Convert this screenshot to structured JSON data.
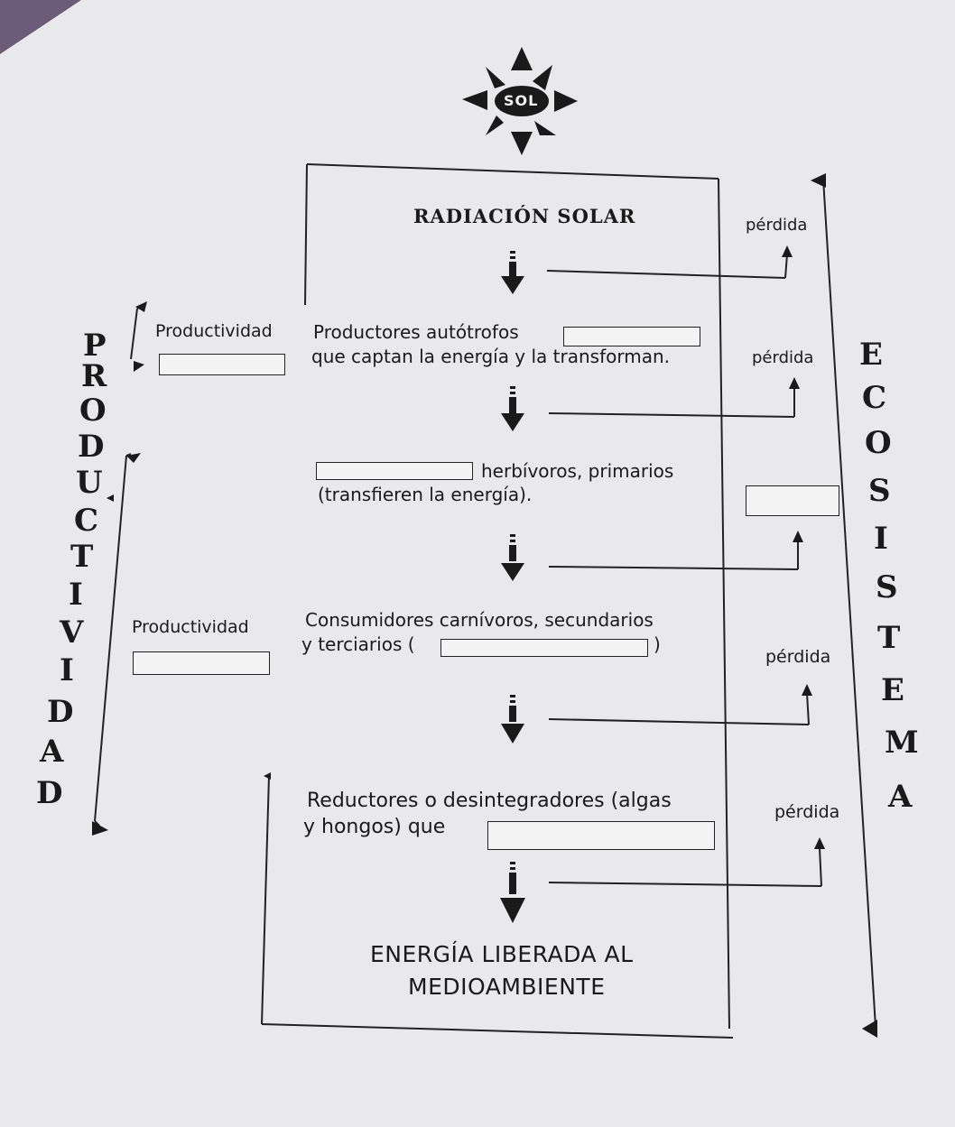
{
  "sun": {
    "label": "SOL"
  },
  "top": {
    "radiation_label": "RADIACIÓN SOLAR"
  },
  "losses": [
    "pérdida",
    "pérdida",
    "pérdida",
    "pérdida"
  ],
  "producers": {
    "line1": "Productores autótrofos",
    "line2": "que captan la energía y la transforman."
  },
  "herbivores": {
    "line1": "herbívoros, primarios",
    "line2": "(transfieren la energía)."
  },
  "carnivores": {
    "line1": "Consumidores carnívoros, secundarios",
    "line2_prefix": "y terciarios (",
    "line2_suffix": ")"
  },
  "reducers": {
    "line1": "Reductores o desintegradores (algas",
    "line2": "y hongos) que"
  },
  "bottom": {
    "line1": "ENERGÍA LIBERADA AL",
    "line2": "MEDIOAMBIENTE"
  },
  "productivity_labels": [
    "Productividad",
    "Productividad"
  ],
  "productividad_letters": [
    "P",
    "R",
    "O",
    "D",
    "U",
    "C",
    "T",
    "I",
    "V",
    "I",
    "D",
    "A",
    "D"
  ],
  "ecosistema_letters": [
    "E",
    "C",
    "O",
    "S",
    "I",
    "S",
    "T",
    "E",
    "M",
    "A"
  ]
}
